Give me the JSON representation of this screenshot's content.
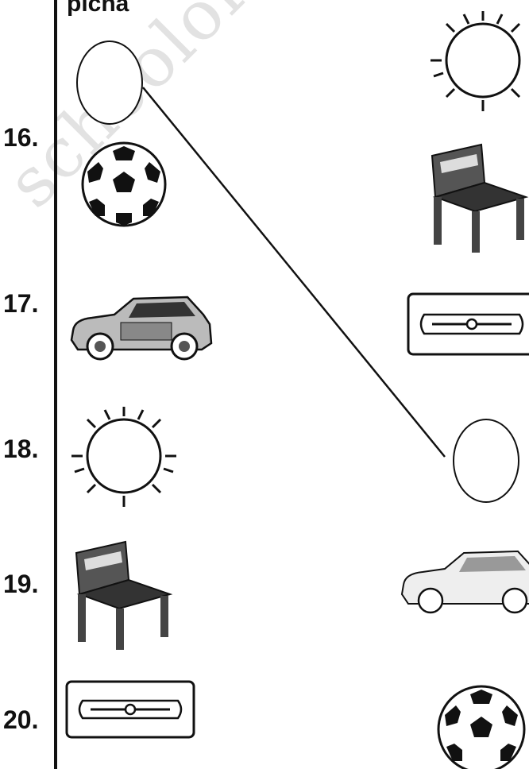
{
  "worksheet": {
    "heading": "picha",
    "watermark": "schoolorg",
    "left_items": [
      {
        "number": "",
        "icon": "egg-icon"
      },
      {
        "number": "16.",
        "icon": "soccer-ball-icon"
      },
      {
        "number": "17.",
        "icon": "car-icon"
      },
      {
        "number": "18.",
        "icon": "sun-icon"
      },
      {
        "number": "19.",
        "icon": "chair-icon"
      },
      {
        "number": "20.",
        "icon": "razor-blade-icon"
      }
    ],
    "right_items": [
      {
        "icon": "sun-icon"
      },
      {
        "icon": "chair-icon"
      },
      {
        "icon": "razor-blade-icon"
      },
      {
        "icon": "egg-icon"
      },
      {
        "icon": "car-icon"
      },
      {
        "icon": "soccer-ball-icon"
      }
    ],
    "matched_pair": {
      "from": "egg-icon",
      "to": "egg-icon"
    }
  }
}
